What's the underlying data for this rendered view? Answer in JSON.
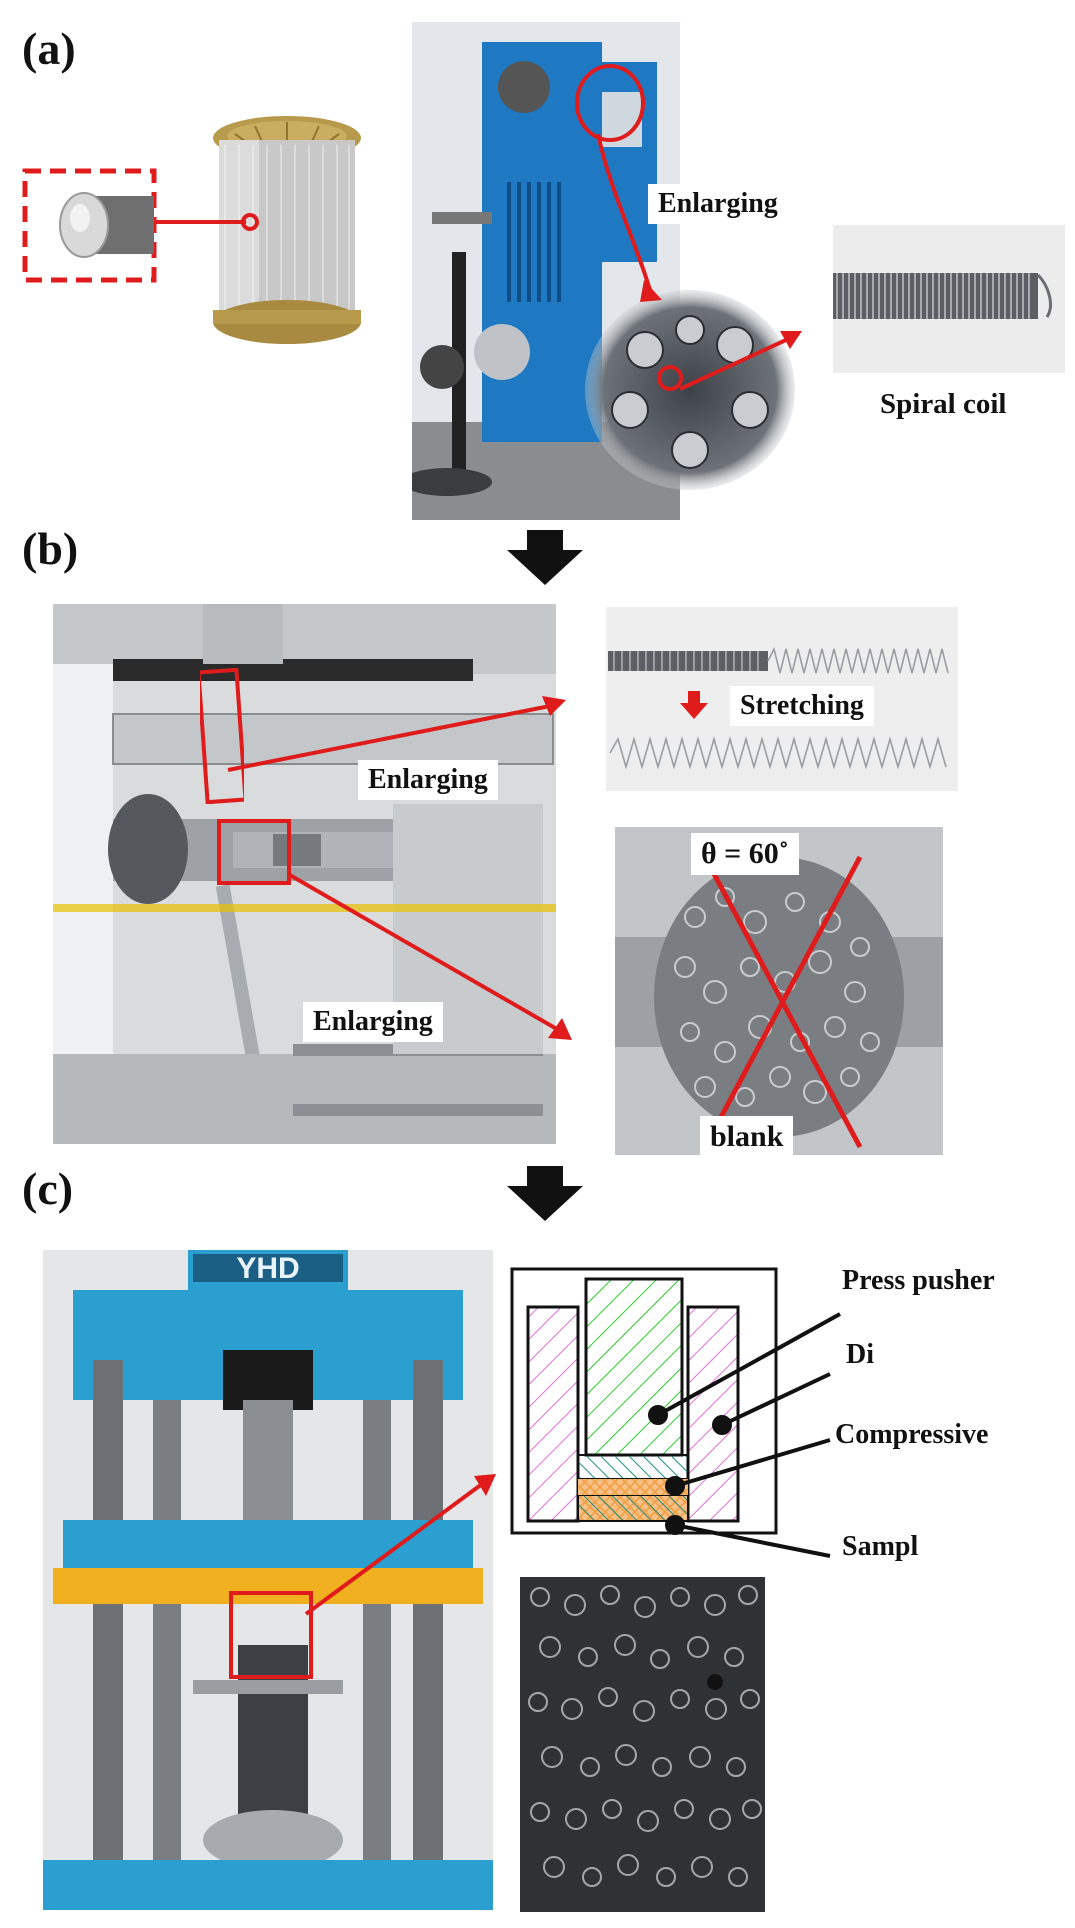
{
  "panels": {
    "a": {
      "letter": "(a)",
      "labels": {
        "enlarging": "Enlarging",
        "spiral_coil": "Spiral coil"
      }
    },
    "b": {
      "letter": "(b)",
      "labels": {
        "stretching": "Stretching",
        "enlarging_top": "Enlarging",
        "enlarging_bottom": "Enlarging",
        "theta": "θ = 60˚",
        "blank": "blank"
      }
    },
    "c": {
      "letter": "(c)",
      "labels": {
        "press_pusher": "Press pusher",
        "die": "Di",
        "compressive": "Compressive",
        "sample": "Sampl"
      },
      "machine_plate_text": "YHD"
    }
  },
  "colors": {
    "annotation_red": "#e01b1b",
    "machine_blue": "#1e78c2",
    "press_cyan": "#2a9fd0",
    "press_yellow": "#f0b020",
    "hatch_green": "#2ecc2e",
    "hatch_pink": "#e070d8",
    "hatch_teal": "#1e8f80",
    "hatch_orange": "#f2a040"
  }
}
